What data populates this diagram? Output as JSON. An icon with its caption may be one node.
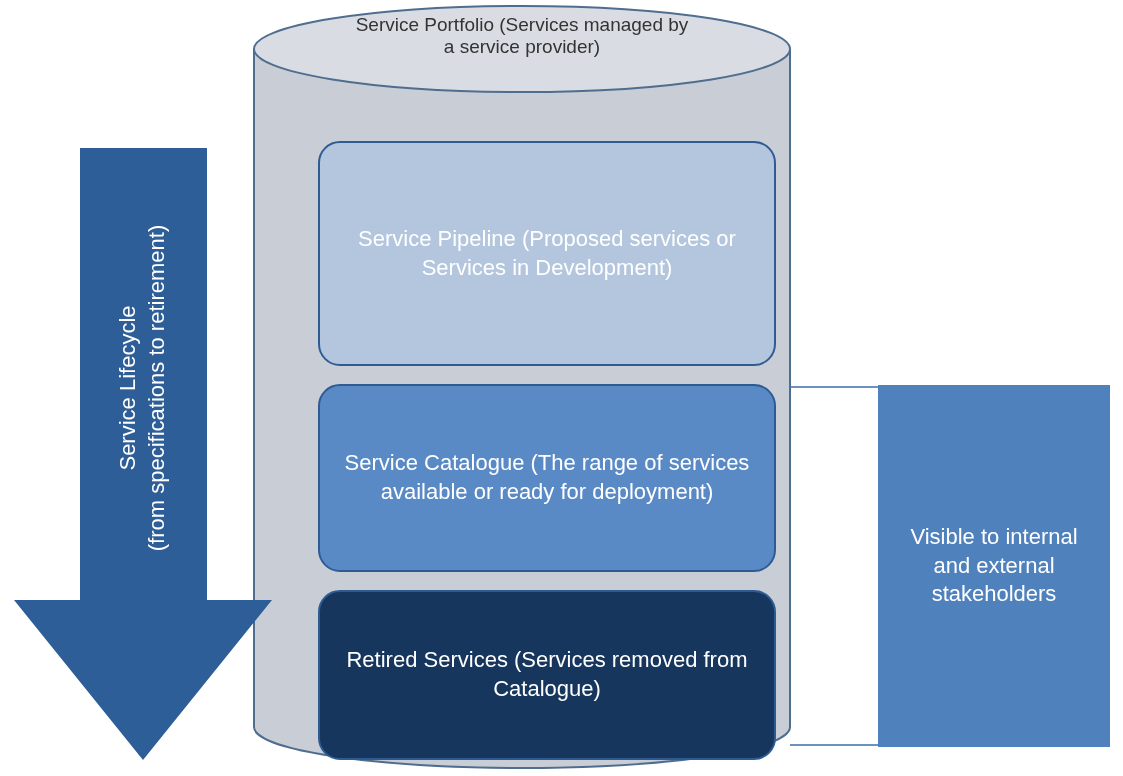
{
  "diagram": {
    "nodes": [
      {
        "text": [
          "Service Portfolio (Services managed by a service provider)"
        ]
      },
      {
        "text": [
          "Service Pipeline (Proposed services or Services in Development)"
        ],
        "in": 0
      },
      {
        "text": [
          "Service Catalogue (The range of services available or ready for deployment)"
        ],
        "in": 0
      },
      {
        "text": [
          "Retired Services (Services removed from Catalogue)"
        ],
        "in": 0
      },
      {
        "text": [
          "Service Lifecycle",
          "(from specifications to retirement)"
        ]
      },
      {
        "text": [
          "Visible to internal and external stakeholders"
        ]
      }
    ],
    "edges": [
      {
        "from": 0,
        "to": 5,
        "arrow": "none"
      },
      {
        "from": 0,
        "to": 5,
        "arrow": "none"
      }
    ]
  }
}
